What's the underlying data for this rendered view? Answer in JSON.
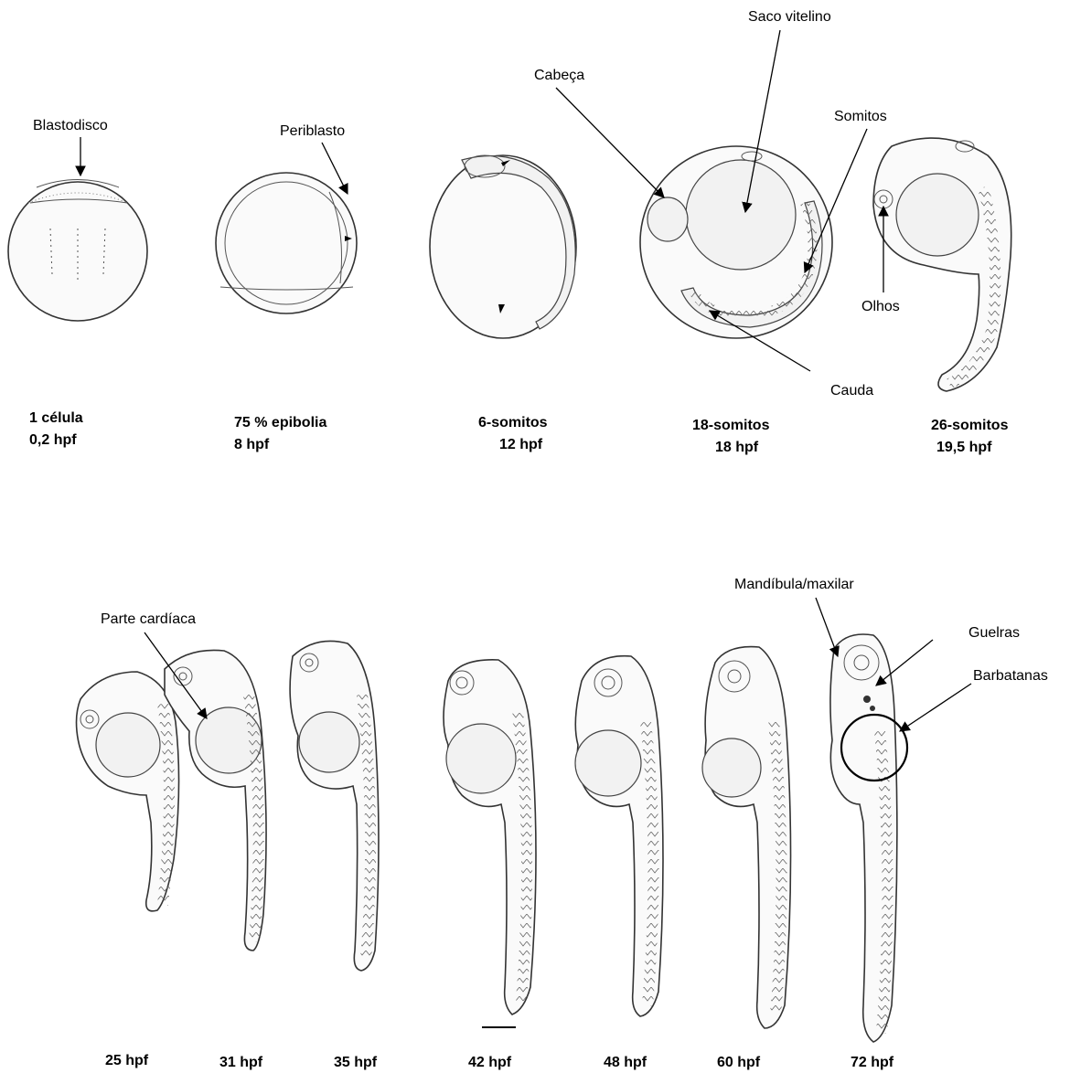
{
  "stages_top": [
    {
      "name": "1 célula",
      "time": "0,2 hpf"
    },
    {
      "name": "75 % epibolia",
      "time": "8 hpf"
    },
    {
      "name": "6-somitos",
      "time": "12 hpf"
    },
    {
      "name": "18-somitos",
      "time": "18 hpf"
    },
    {
      "name": "26-somitos",
      "time": "19,5 hpf"
    }
  ],
  "stages_bottom": [
    "25 hpf",
    "31 hpf",
    "35 hpf",
    "42 hpf",
    "48 hpf",
    "60 hpf",
    "72 hpf"
  ],
  "labels": {
    "blastodisco": "Blastodisco",
    "periblasto": "Periblasto",
    "cabeca": "Cabeça",
    "saco_vitelino": "Saco vitelino",
    "somitos": "Somitos",
    "olhos": "Olhos",
    "cauda": "Cauda",
    "parte_cardiaca": "Parte cardíaca",
    "mandibula": "Mandíbula/maxilar",
    "guelras": "Guelras",
    "barbatanas": "Barbatanas"
  }
}
